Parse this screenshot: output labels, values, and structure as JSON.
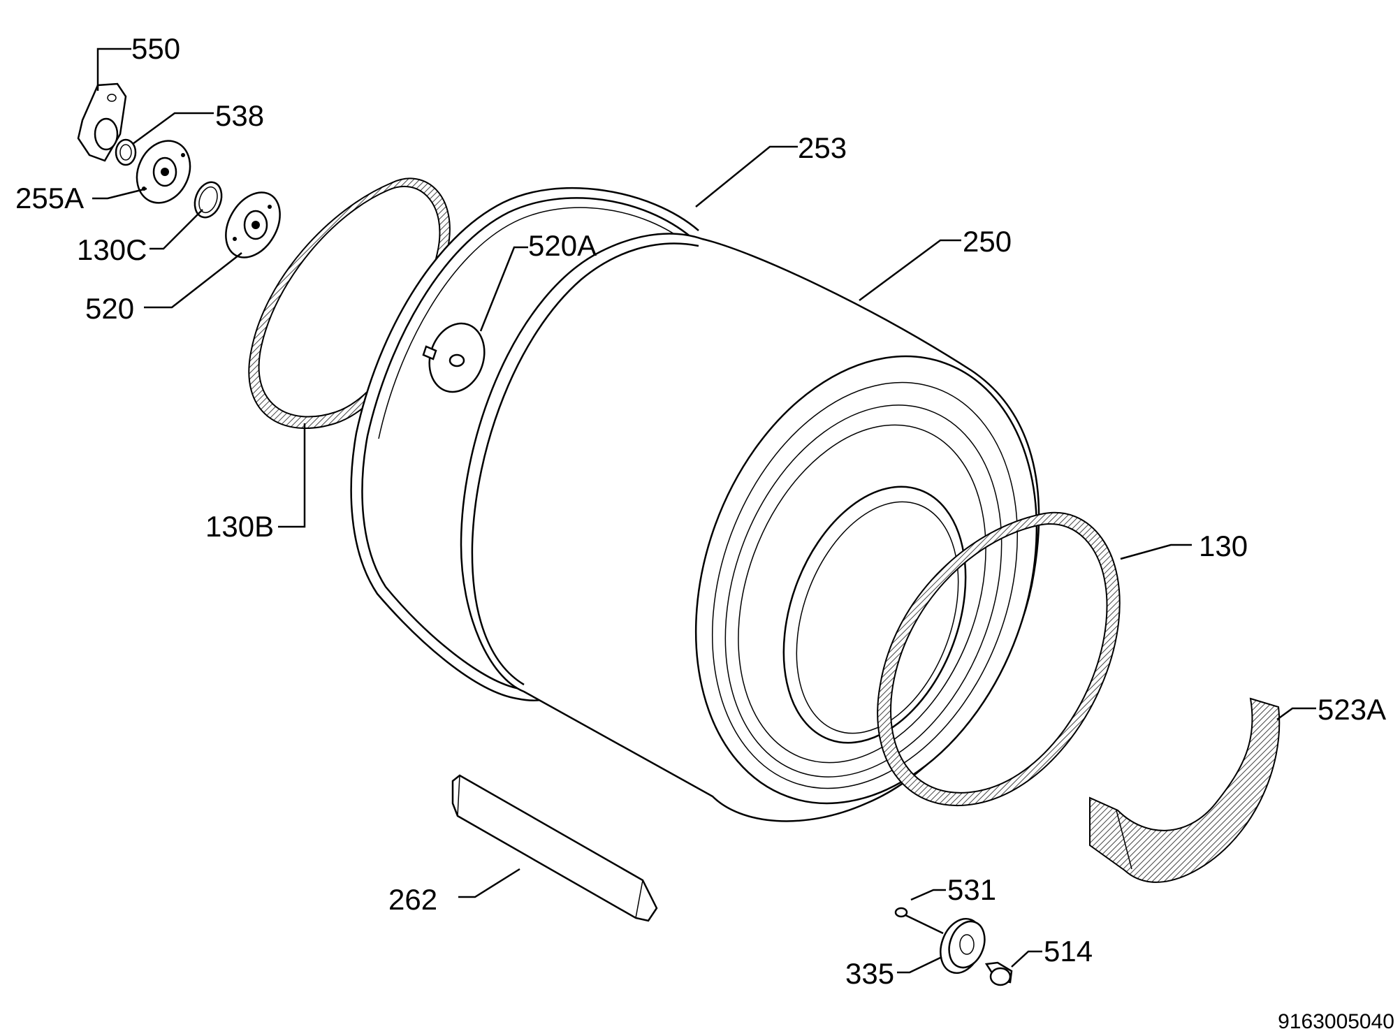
{
  "diagram": {
    "labels": {
      "p550": "550",
      "p538": "538",
      "p255A": "255A",
      "p130C": "130C",
      "p520": "520",
      "p253": "253",
      "p520A": "520A",
      "p250": "250",
      "p130B": "130B",
      "p130": "130",
      "p523A": "523A",
      "p262": "262",
      "p531": "531",
      "p514": "514",
      "p335": "335"
    },
    "drawing_code": "9163005040"
  }
}
